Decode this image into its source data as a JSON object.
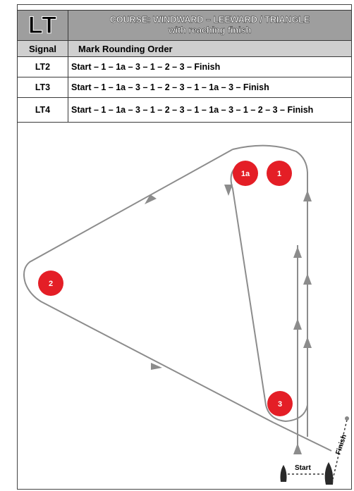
{
  "course": {
    "code": "LT",
    "title_line1": "COURSE:  WINDWARD – LEEWARD / TRIANGLE",
    "title_line2": "with reaching finish"
  },
  "table": {
    "col_signal": "Signal",
    "col_order": "Mark Rounding Order",
    "rows": [
      {
        "signal": "LT2",
        "order": "Start – 1 – 1a – 3 – 1 – 2 – 3 – Finish"
      },
      {
        "signal": "LT3",
        "order": "Start – 1 – 1a – 3 – 1 – 2 – 3 – 1 – 1a – 3 – Finish"
      },
      {
        "signal": "LT4",
        "order": "Start – 1 – 1a – 3 – 1 – 2 – 3 – 1 – 1a – 3 – 1 – 2 – 3 – Finish"
      }
    ]
  },
  "diagram": {
    "marks": [
      {
        "id": "1",
        "label": "1"
      },
      {
        "id": "1a",
        "label": "1a"
      },
      {
        "id": "2",
        "label": "2"
      },
      {
        "id": "3",
        "label": "3"
      }
    ],
    "mark_color": "#e41e26",
    "line_color": "#8c8c8c",
    "start_label": "Start",
    "finish_label": "Finish"
  }
}
